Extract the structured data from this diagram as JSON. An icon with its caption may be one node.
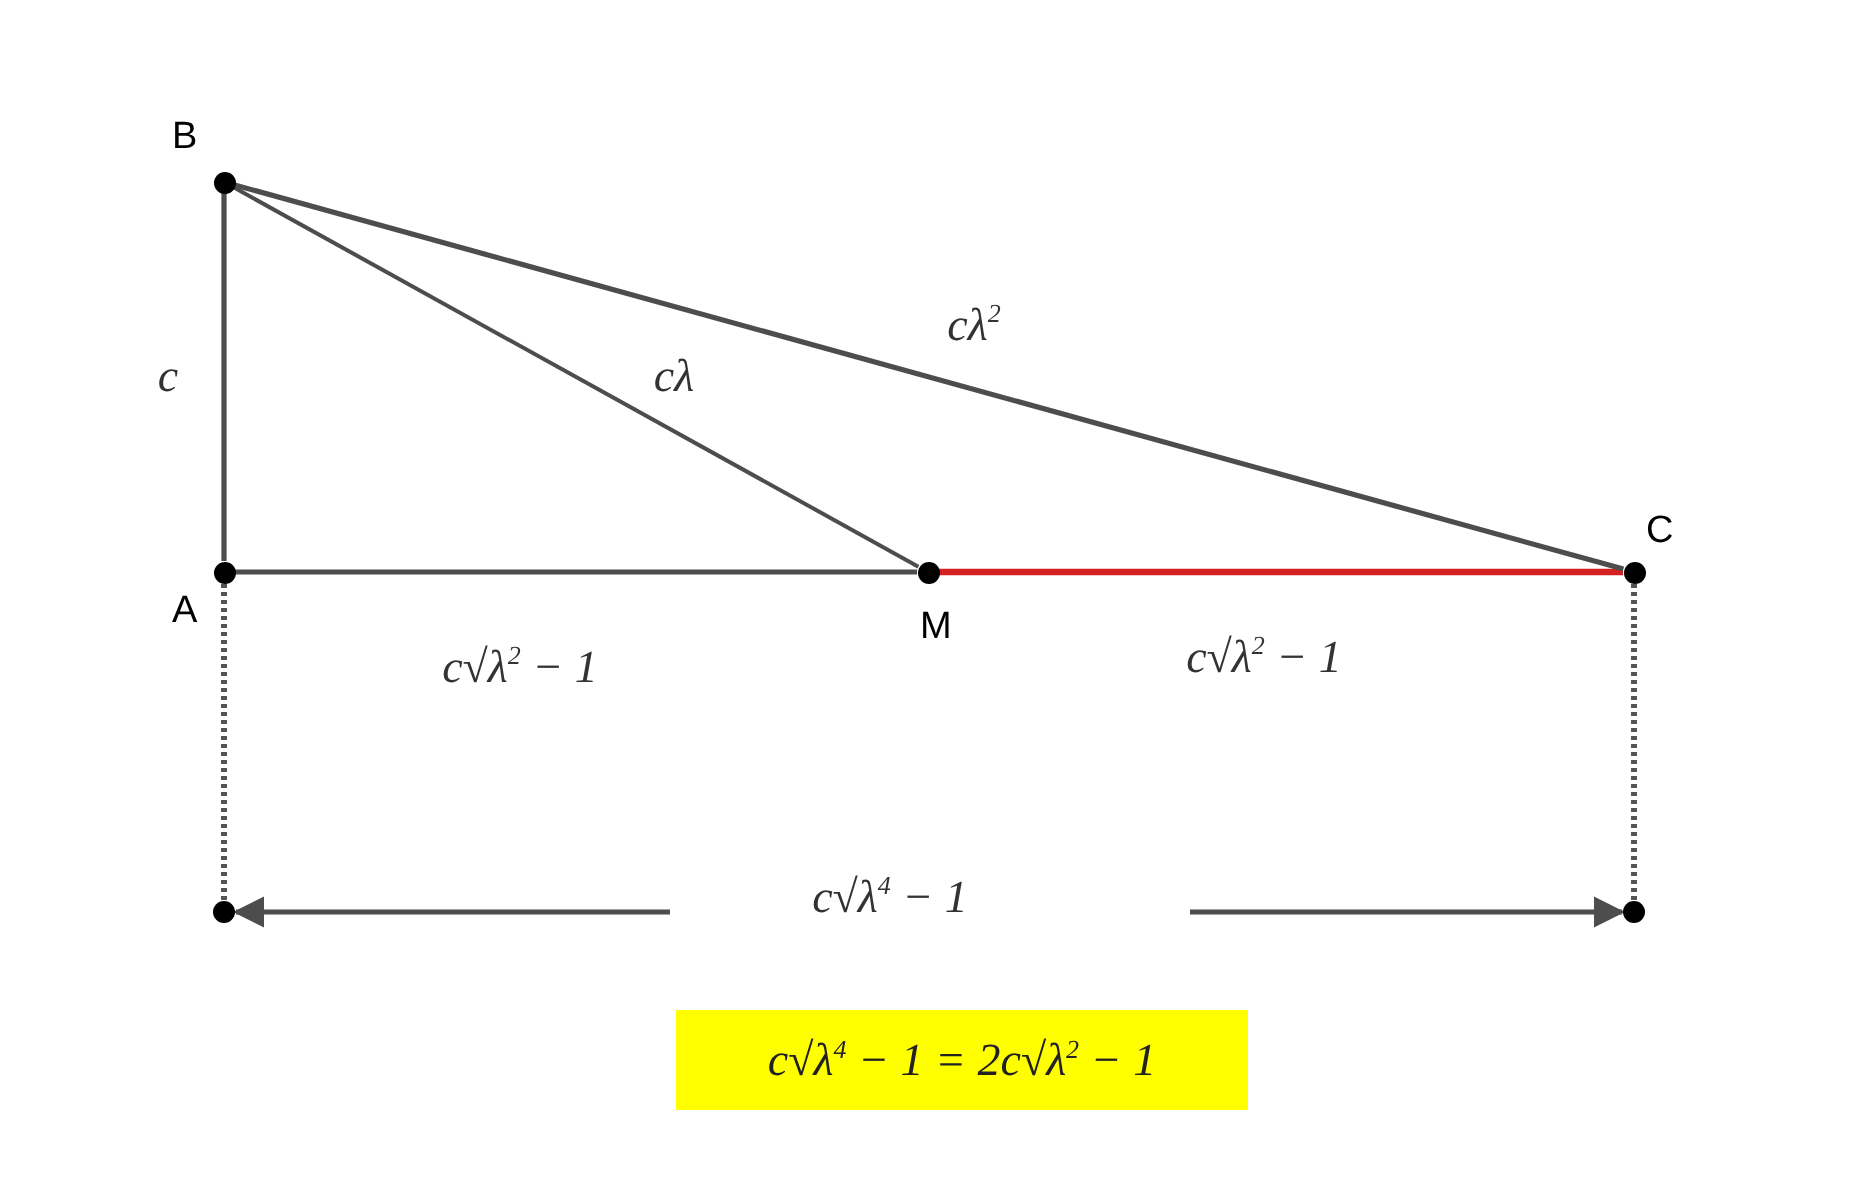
{
  "diagram": {
    "nodes": [
      {
        "text": [],
        "shape": "circle",
        "beside": [
          "B"
        ]
      },
      {
        "text": [],
        "shape": "circle",
        "beside": [
          "A"
        ]
      },
      {
        "text": [],
        "shape": "circle",
        "beside": [
          "M"
        ]
      },
      {
        "text": [],
        "shape": "circle",
        "beside": [
          "C"
        ]
      },
      {
        "text": [
          "c√λ$^{4}$ − 1 = 2c√λ$^{2}$ − 1"
        ]
      }
    ],
    "edges": [
      {
        "from": 0,
        "to": 1,
        "arrow": "none",
        "label": "c"
      },
      {
        "from": 1,
        "to": 2,
        "arrow": "none",
        "label": "c√λ$^{2}$ − 1"
      },
      {
        "from": 2,
        "to": 3,
        "arrow": "none",
        "label": "c√λ$^{2}$ − 1",
        "color": "#d42020"
      },
      {
        "from": 0,
        "to": 2,
        "arrow": "none",
        "label": "cλ"
      },
      {
        "from": 0,
        "to": 3,
        "arrow": "none",
        "label": "cλ$^{2}$"
      }
    ],
    "labels": [
      "c√λ$^{4}$ − 1"
    ]
  }
}
